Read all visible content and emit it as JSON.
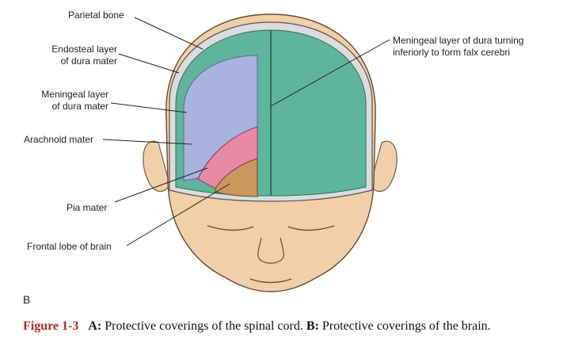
{
  "labels": {
    "parietal_bone": "Parietal bone",
    "endosteal_line1": "Endosteal layer",
    "endosteal_line2": "of dura mater",
    "meningeal_line1": "Meningeal layer",
    "meningeal_line2": "of dura mater",
    "arachnoid": "Arachnoid mater",
    "pia": "Pia mater",
    "frontal_lobe": "Frontal lobe of brain",
    "falx_line1": "Meningeal layer of dura turning",
    "falx_line2": "inferiorly to form falx cerebri"
  },
  "panel_letter": "B",
  "caption": {
    "figure": "Figure 1-3",
    "part_a_label": "A:",
    "part_a_text": "Protective coverings of the spinal cord.",
    "part_b_label": "B:",
    "part_b_text": "Protective coverings of the brain."
  },
  "colors": {
    "skin": "#f2cfa6",
    "skin_shadow": "#c99a70",
    "dura": "#5fb59c",
    "arachnoid": "#a9b3e0",
    "pia": "#e889a6",
    "brain": "#c8985d",
    "bone": "#d8d8d8",
    "caption_accent": "#b22a2a"
  }
}
